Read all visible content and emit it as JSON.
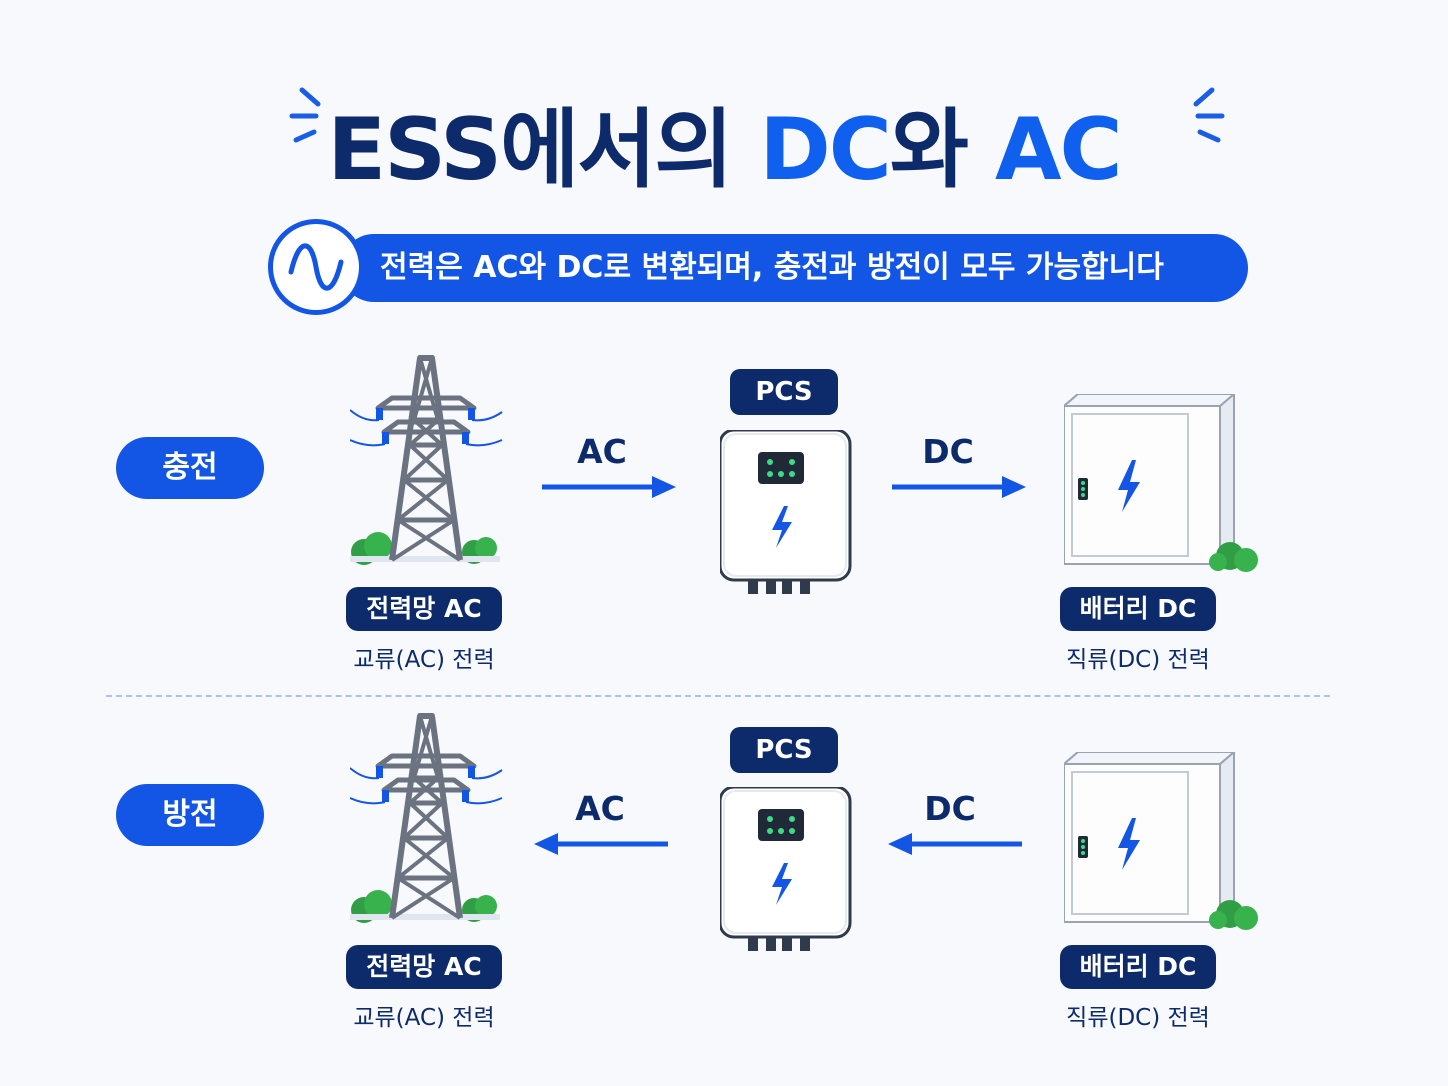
{
  "title": {
    "part1": "ESS에서의 ",
    "part2": "DC",
    "part3": "와 ",
    "part4": "AC"
  },
  "subtitle": "전력은 AC와 DC로 변환되며, 충전과 방전이 모두 가능합니다",
  "icons": {
    "wave": "ac-sine-wave-icon",
    "tower": "power-tower-icon",
    "pcs": "inverter-icon",
    "battery": "battery-cabinet-icon",
    "bolt": "lightning-bolt-icon"
  },
  "colors": {
    "navy": "#0d2b6b",
    "blue": "#1356e6",
    "accent": "#1060f0",
    "led": "#3ddc84"
  },
  "rows": [
    {
      "label": "충전",
      "pcs": "PCS",
      "left_flow": "AC",
      "right_flow": "DC",
      "grid": {
        "label": "전력망 AC",
        "sub": "교류(AC) 전력"
      },
      "battery": {
        "label": "배터리 DC",
        "sub": "직류(DC) 전력"
      }
    },
    {
      "label": "방전",
      "pcs": "PCS",
      "left_flow": "AC",
      "right_flow": "DC",
      "grid": {
        "label": "전력망 AC",
        "sub": "교류(AC) 전력"
      },
      "battery": {
        "label": "배터리 DC",
        "sub": "직류(DC) 전력"
      }
    }
  ]
}
